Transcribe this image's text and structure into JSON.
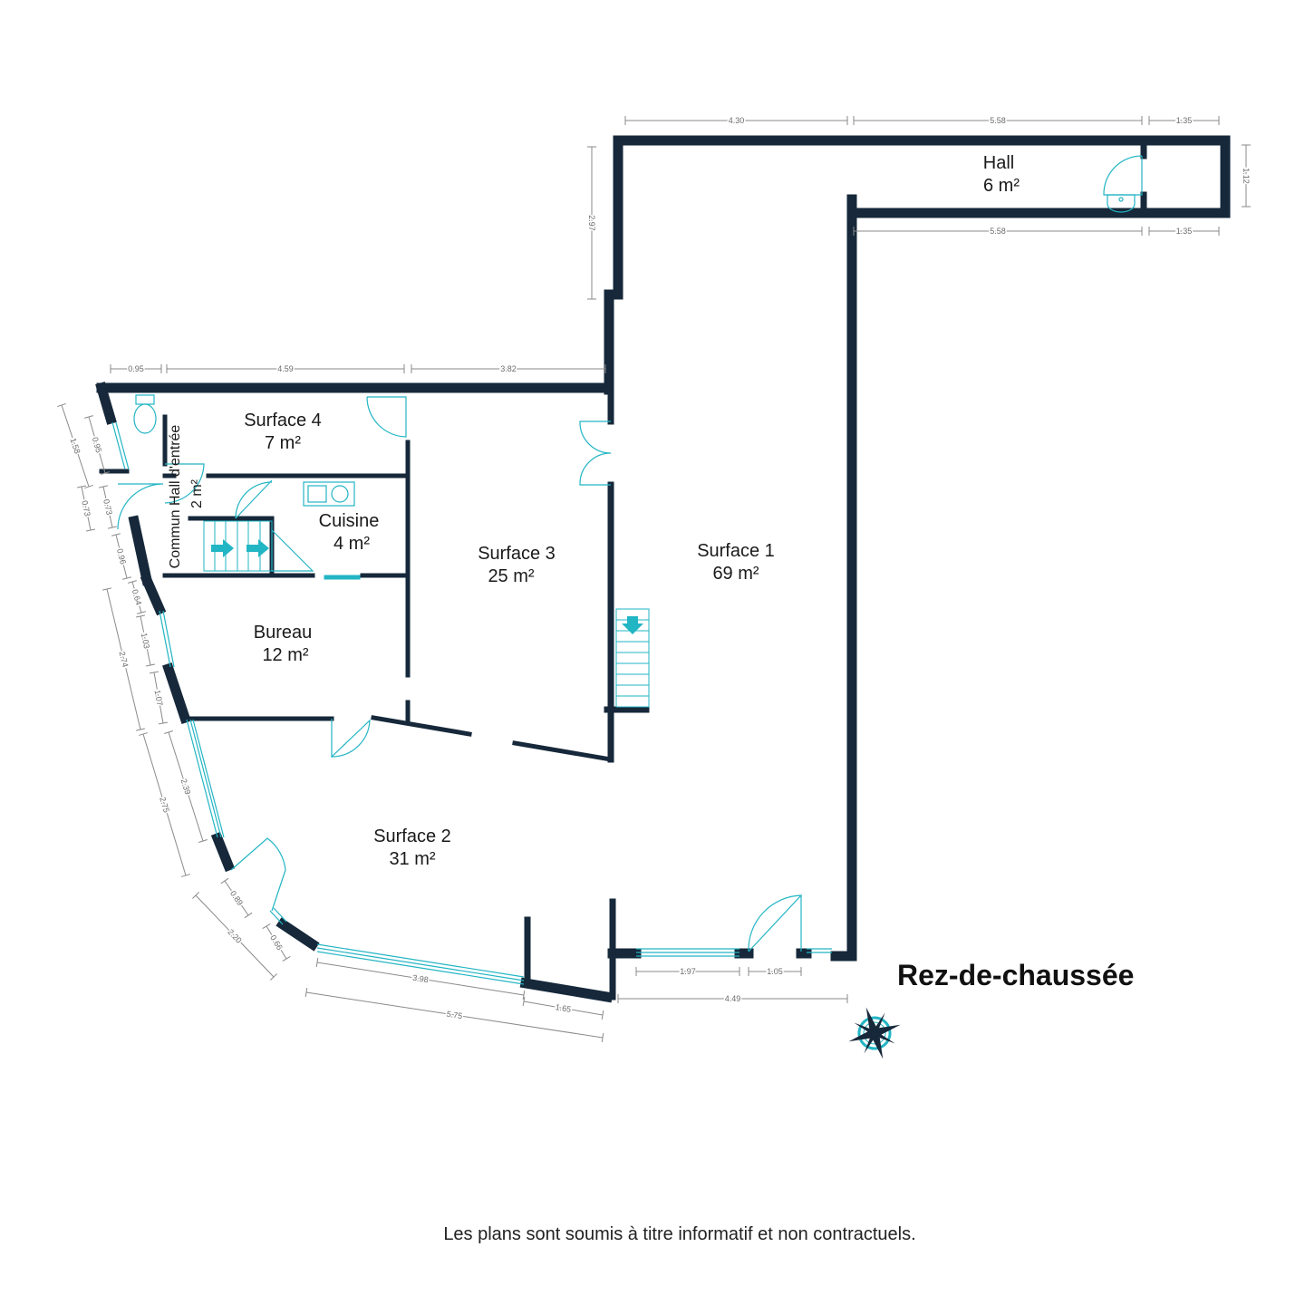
{
  "level_title": "Rez-de-chaussée",
  "disclaimer": "Les plans sont soumis à titre informatif et non contractuels.",
  "colors": {
    "wall": "#16283a",
    "fixture": "#22b5c4",
    "dimension": "#8a8a8a"
  },
  "rooms": {
    "hall": {
      "name": "Hall",
      "area": "6 m²"
    },
    "surface1": {
      "name": "Surface 1",
      "area": "69 m²"
    },
    "surface2": {
      "name": "Surface 2",
      "area": "31 m²"
    },
    "surface3": {
      "name": "Surface 3",
      "area": "25 m²"
    },
    "surface4": {
      "name": "Surface 4",
      "area": "7 m²"
    },
    "cuisine": {
      "name": "Cuisine",
      "area": "4 m²"
    },
    "bureau": {
      "name": "Bureau",
      "area": "12 m²"
    },
    "commun_hall": {
      "name": "Commun Hall d'entrée",
      "area": "2 m²"
    }
  },
  "dimensions": {
    "top_430": "4.30",
    "top_558": "5.58",
    "top_135": "1.35",
    "hall_112": "1.12",
    "hall_558": "5.58",
    "hall_135": "1.35",
    "left_297": "2.97",
    "row2_095": "0.95",
    "row2_459": "4.59",
    "row2_382": "3.82",
    "l_158": "1.58",
    "l_095": "0.95",
    "l_073a": "0.73",
    "l_073b": "0.73",
    "l_096": "0.96",
    "l_064": "0.64",
    "l_103": "1.03",
    "l_274": "2.74",
    "l_107": "1.07",
    "l_275": "2.75",
    "l_239": "2.39",
    "l_089": "0.89",
    "l_220": "2.20",
    "l_066": "0.66",
    "b_398": "3.98",
    "b_575": "5.75",
    "b_165": "1.65",
    "b_197": "1.97",
    "b_105": "1.05",
    "b_449": "4.49"
  },
  "icons": [
    "compass-rose-icon",
    "toilet-icon",
    "sink-icon",
    "washbasin-icon",
    "stair-arrow-icon"
  ]
}
